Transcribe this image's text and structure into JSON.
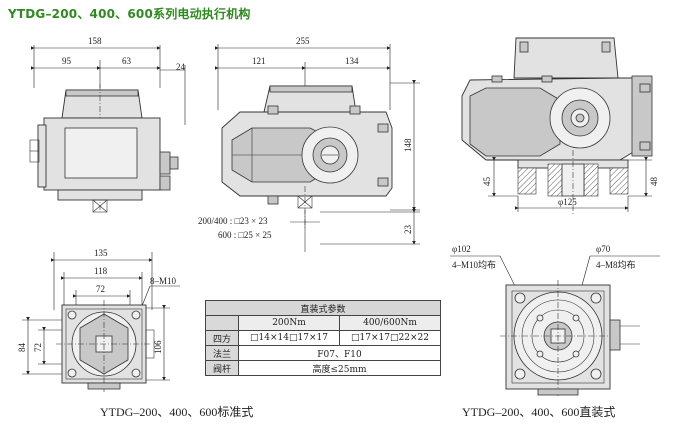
{
  "title": "YTDG–200、400、600系列电动执行机构",
  "left_view": {
    "overall_width": "158",
    "left_part": "95",
    "right_part": "63",
    "side_offset": "24"
  },
  "center_view": {
    "overall_length": "255",
    "left_part": "121",
    "right_part": "134",
    "height": "148",
    "shaft_offset": "23",
    "square_note_1": "200/400 : □23 × 23",
    "square_note_2": "600 : □25 × 25"
  },
  "right_top_view": {
    "flange_height": "45",
    "right_height": "48",
    "diameter": "φ125"
  },
  "bottom_left_view": {
    "width_outer": "135",
    "width_middle": "118",
    "width_inner": "72",
    "bolt_label": "8–M10",
    "height_outer": "84",
    "height_inner": "72",
    "height_right": "106"
  },
  "spec_table": {
    "header": "直装式参数",
    "col1": "200Nm",
    "col2": "400/600Nm",
    "rows": [
      {
        "label": "四方",
        "v1": "□14×14□17×17",
        "v2": "□17×17□22×22"
      },
      {
        "label": "法兰",
        "v": "F07、F10"
      },
      {
        "label": "阀杆",
        "v": "高度≤25mm"
      }
    ]
  },
  "bottom_right_view": {
    "left_diameter": "φ102",
    "left_bolts": "4–M10均布",
    "right_diameter": "φ70",
    "right_bolts": "4–M8均布"
  },
  "captions": {
    "left": "YTDG–200、400、600标准式",
    "right": "YTDG–200、400、600直装式"
  }
}
